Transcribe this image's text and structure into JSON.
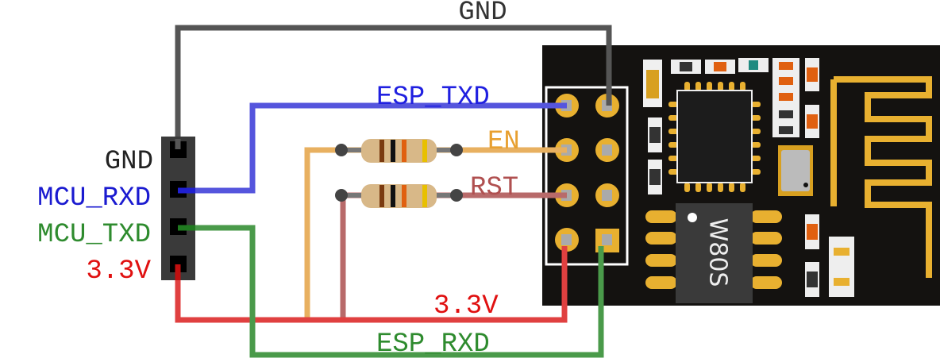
{
  "mcu_header": {
    "pins": [
      {
        "label": "GND",
        "color": "#222222"
      },
      {
        "label": "MCU_RXD",
        "color": "#1a1ad0"
      },
      {
        "label": "MCU_TXD",
        "color": "#2e8b2e"
      },
      {
        "label": "3.3V",
        "color": "#e01010"
      }
    ]
  },
  "wires": {
    "gnd": {
      "label": "GND",
      "color": "#555555"
    },
    "esp_txd": {
      "label": "ESP_TXD",
      "color": "#5555dd"
    },
    "en": {
      "label": "EN",
      "color": "#e8b060"
    },
    "rst": {
      "label": "RST",
      "color": "#b86a6a"
    },
    "v33": {
      "label": "3.3V",
      "color": "#e04040"
    },
    "esp_rxd": {
      "label": "ESP_RXD",
      "color": "#4a9a4a"
    }
  },
  "label_colors": {
    "gnd": "#333333",
    "esp_txd": "#2020e0",
    "en": "#e8a030",
    "rst": "#b05050",
    "v33": "#e01010",
    "esp_rxd": "#2e8b2e"
  },
  "esp_module": {
    "chip_label": "W80S",
    "board_color": "#141210",
    "pad_color": "#e8b030"
  }
}
